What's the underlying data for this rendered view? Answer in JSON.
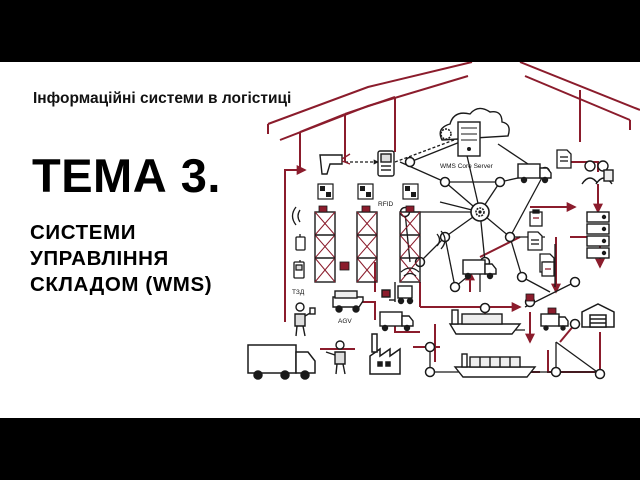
{
  "slide": {
    "subtitle": "Інформаційні системи в логістиці",
    "title": "ТЕМА 3.",
    "heading_lines": [
      "СИСТЕМИ",
      "УПРАВЛІННЯ",
      "СКЛАДОМ (WMS)"
    ]
  },
  "illustration": {
    "server_label": "WMS Core Server",
    "rfid_label": "RFID",
    "tsd_label": "ТЗД",
    "agv_label": "AGV",
    "colors": {
      "line": "#1a1a1a",
      "accent": "#8b1c2c"
    },
    "icons": [
      "cloud-server-icon",
      "barcode-scanner-icon",
      "handheld-terminal-icon",
      "truck-icon",
      "document-icon",
      "people-icon",
      "server-rack-icon",
      "qr-code-icon",
      "pallet-rack-icon",
      "agv-robot-icon",
      "forklift-icon",
      "worker-icon",
      "factory-icon",
      "cargo-ship-icon",
      "warehouse-icon",
      "gear-hub-icon",
      "wifi-icon",
      "package-icon",
      "clipboard-icon"
    ]
  }
}
